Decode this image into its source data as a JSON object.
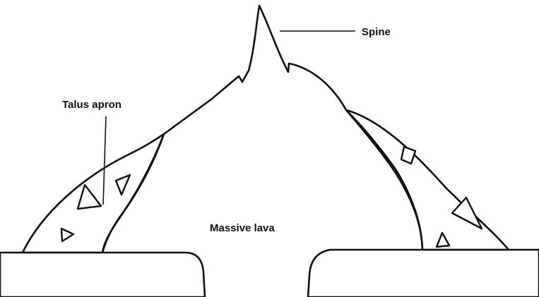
{
  "diagram": {
    "labels": {
      "spine": "Spine",
      "talus_apron": "Talus apron",
      "massive_lava": "Massive lava"
    }
  }
}
